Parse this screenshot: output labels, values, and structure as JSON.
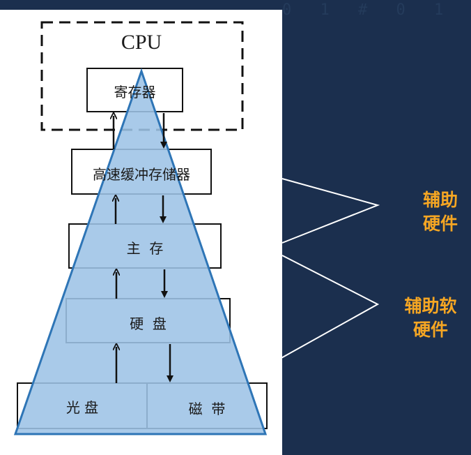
{
  "diagram": {
    "cpu_label": "CPU",
    "registers": "寄存器",
    "cache": "高速缓冲存储器",
    "main_memory": "主  存",
    "hard_disk": "硬  盘",
    "optical_disk": "光 盘",
    "tape": "磁  带"
  },
  "callouts": {
    "aux_hardware_line1": "辅助",
    "aux_hardware_line2": "硬件",
    "aux_sw_hw_line1": "辅助软",
    "aux_sw_hw_line2": "硬件"
  },
  "colors": {
    "pyramid_fill": "#9dc3e6",
    "pyramid_stroke": "#2e75b6",
    "callout_text": "#f5a623",
    "background": "#1b2f4e"
  }
}
